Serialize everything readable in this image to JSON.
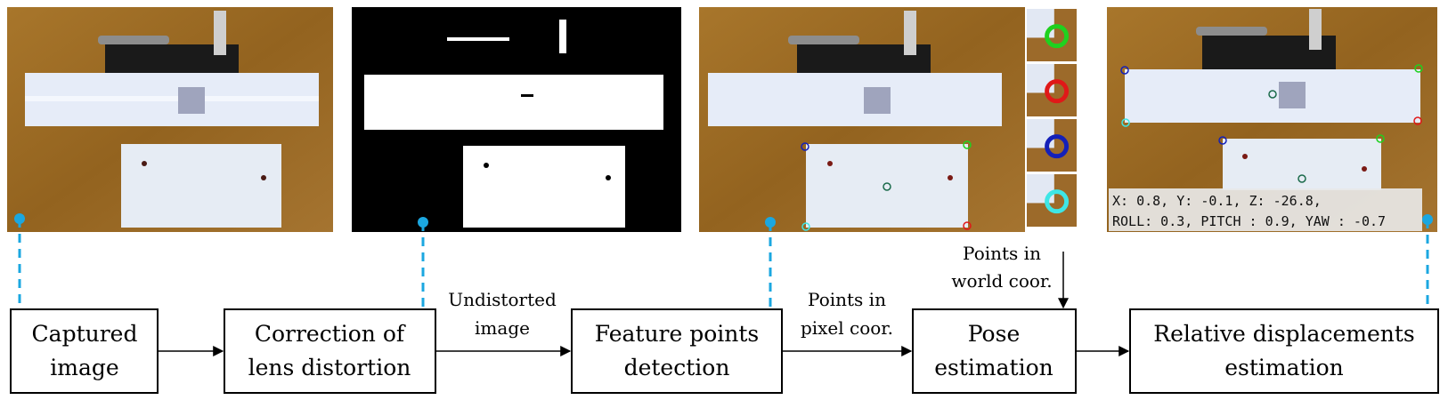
{
  "boxes": {
    "captured": [
      "Captured",
      "image"
    ],
    "correction": [
      "Correction of",
      "lens distortion"
    ],
    "feature": [
      "Feature points",
      "detection"
    ],
    "pose": [
      "Pose",
      "estimation"
    ],
    "relative": [
      "Relative displacements",
      "estimation"
    ]
  },
  "edges": {
    "undistorted": [
      "Undistorted",
      "image"
    ],
    "pixel": [
      "Points in",
      "pixel coor."
    ],
    "world": [
      "Points in",
      "world coor."
    ]
  },
  "readout": {
    "line1": "X: 0.8, Y: -0.1, Z: -26.8,",
    "line2": "ROLL: 0.3, PITCH : 0.9, YAW : -0.7"
  },
  "circle_colors": [
    "#1fd11f",
    "#e01818",
    "#1420b8",
    "#3ee6e6"
  ],
  "colors": {
    "connector": "#1ba7e0",
    "wood": "#9a6a26",
    "paper": "#e9eef8"
  }
}
